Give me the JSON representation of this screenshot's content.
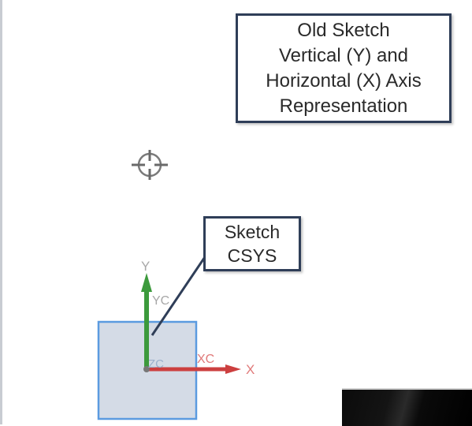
{
  "callouts": {
    "old_sketch": {
      "lines": [
        "Old Sketch",
        "Vertical (Y) and",
        "Horizontal (X) Axis",
        "Representation"
      ]
    },
    "sketch_csys": {
      "lines": [
        "Sketch",
        "CSYS"
      ]
    }
  },
  "axes": {
    "y_label": "Y",
    "yc_label": "YC",
    "x_label": "X",
    "xc_label": "XC",
    "zc_label": "ZC"
  },
  "icons": {
    "crosshair": "crosshair-icon"
  },
  "colors": {
    "callout_border": "#2f3e58",
    "plane_fill": "#d4dbe6",
    "plane_border": "#5b9be0",
    "y_axis": "#3c9a3c",
    "x_axis": "#cc3f3f"
  }
}
